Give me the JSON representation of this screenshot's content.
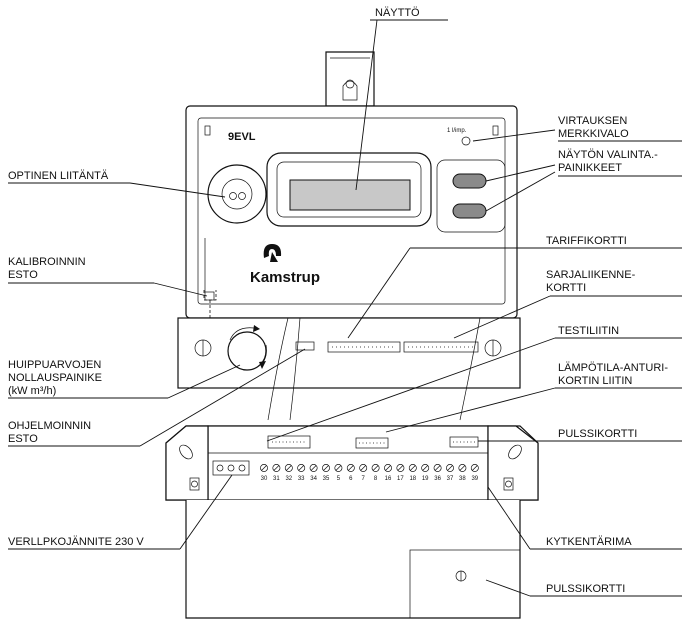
{
  "diagram": {
    "device": {
      "model": "9EVL",
      "brand": "Kamstrup",
      "impulse_mark": "1 l/imp.",
      "terminal_numbers": [
        "30",
        "31",
        "32",
        "33",
        "34",
        "35",
        "5",
        "6",
        "7",
        "8",
        "16",
        "17",
        "18",
        "19",
        "36",
        "37",
        "38",
        "39"
      ]
    },
    "labels": {
      "display": "NÄYTTÖ",
      "flow_led": [
        "VIRTAUKSEN",
        "MERKKIVALO"
      ],
      "optical": "OPTINEN LIITÄNTÄ",
      "display_buttons": [
        "NÄYTÖN VALINTA.-",
        "PAINIKKEET"
      ],
      "tariff_card": "TARIFFIKORTTI",
      "calibration_lock": [
        "KALIBROINNIN",
        "ESTO"
      ],
      "serial_card": [
        "SARJALIIKENNE-",
        "KORTTI"
      ],
      "test_connector": "TESTILIITIN",
      "peak_reset": [
        "HUIPPUARVOJEN",
        "NOLLAUSPAINIKE",
        "(kW m³/h)"
      ],
      "temp_sensor": [
        "LÄMPÖTILA-ANTURI-",
        "KORTIN LIITIN"
      ],
      "program_lock": [
        "OHJELMOINNIN",
        "ESTO"
      ],
      "pulse_card_1": "PULSSIKORTTI",
      "mains_voltage": "VERLLPKOJÄNNITE 230 V",
      "terminal_strip": "KYTKENTÄRIMA",
      "pulse_card_2": "PULSSIKORTTI"
    }
  }
}
